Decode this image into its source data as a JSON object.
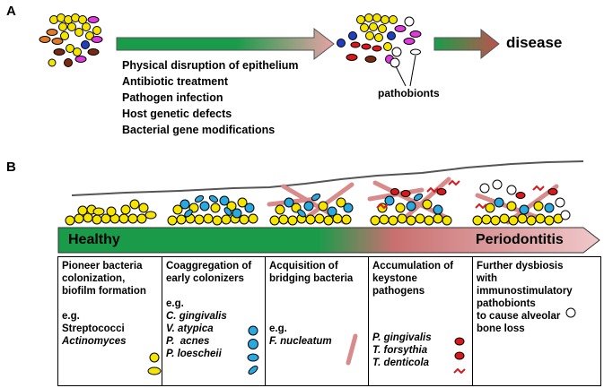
{
  "panel_a": {
    "label": "A",
    "factors": [
      "Physical disruption of epithelium",
      "Antibiotic treatment",
      "Pathogen infection",
      "Host genetic defects",
      "Bacterial gene modifications"
    ],
    "pathobionts_label": "pathobionts",
    "outcome_label": "disease"
  },
  "panel_b": {
    "label": "B",
    "bar_left": "Healthy",
    "bar_right": "Periodontitis",
    "stages": [
      {
        "title": "Pioneer bacteria colonization, biofilm formation",
        "eg": "e.g.",
        "species": [
          "Streptococci",
          "Actinomyces"
        ]
      },
      {
        "title": "Coaggregation of early colonizers",
        "eg": "e.g.",
        "species": [
          "C. gingivalis",
          "V. atypica",
          "P.  acnes",
          "P. loescheii"
        ]
      },
      {
        "title": "Acquisition of bridging bacteria",
        "eg": "e.g.",
        "species": [
          "F. nucleatum"
        ]
      },
      {
        "title": "Accumulation of keystone pathogens",
        "eg": "",
        "species": [
          "P. gingivalis",
          "T. forsythia",
          "T. denticola"
        ]
      },
      {
        "title": "Further dysbiosis with immunostimulatory pathobionts",
        "title2": "to cause alveolar bone loss"
      }
    ]
  },
  "colors": {
    "healthy_green": "#1a9b4a",
    "disease_pink": "#e8a3a6",
    "yellow": "#f5e400",
    "blue": "#29a9e0",
    "red": "#d7191c",
    "pink": "#e88b8b"
  }
}
